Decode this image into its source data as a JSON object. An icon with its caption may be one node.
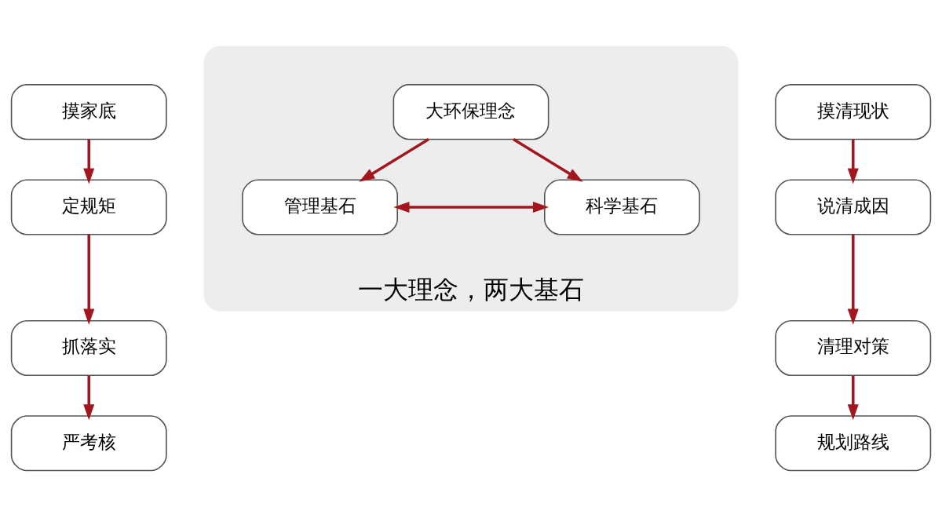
{
  "diagram": {
    "nodes": [
      {
        "text": [
          "摸家底"
        ]
      },
      {
        "text": [
          "定规矩"
        ]
      },
      {
        "text": [
          "抓落实"
        ]
      },
      {
        "text": [
          "严考核"
        ]
      },
      {
        "text": [
          "一大理念，两大基石"
        ]
      },
      {
        "text": [
          "大环保理念"
        ],
        "in": 4
      },
      {
        "text": [
          "管理基石"
        ],
        "in": 4
      },
      {
        "text": [
          "科学基石"
        ],
        "in": 4
      },
      {
        "text": [
          "摸清现状"
        ]
      },
      {
        "text": [
          "说清成因"
        ]
      },
      {
        "text": [
          "清理对策"
        ]
      },
      {
        "text": [
          "规划路线"
        ]
      }
    ],
    "edges": [
      {
        "from": 0,
        "to": 1,
        "arrow": "to"
      },
      {
        "from": 1,
        "to": 2,
        "arrow": "to"
      },
      {
        "from": 2,
        "to": 3,
        "arrow": "to"
      },
      {
        "from": 5,
        "to": 6,
        "arrow": "to"
      },
      {
        "from": 5,
        "to": 7,
        "arrow": "to"
      },
      {
        "from": 6,
        "to": 7,
        "arrow": "both"
      },
      {
        "from": 8,
        "to": 9,
        "arrow": "to"
      },
      {
        "from": 9,
        "to": 10,
        "arrow": "to"
      },
      {
        "from": 10,
        "to": 11,
        "arrow": "to"
      }
    ]
  }
}
